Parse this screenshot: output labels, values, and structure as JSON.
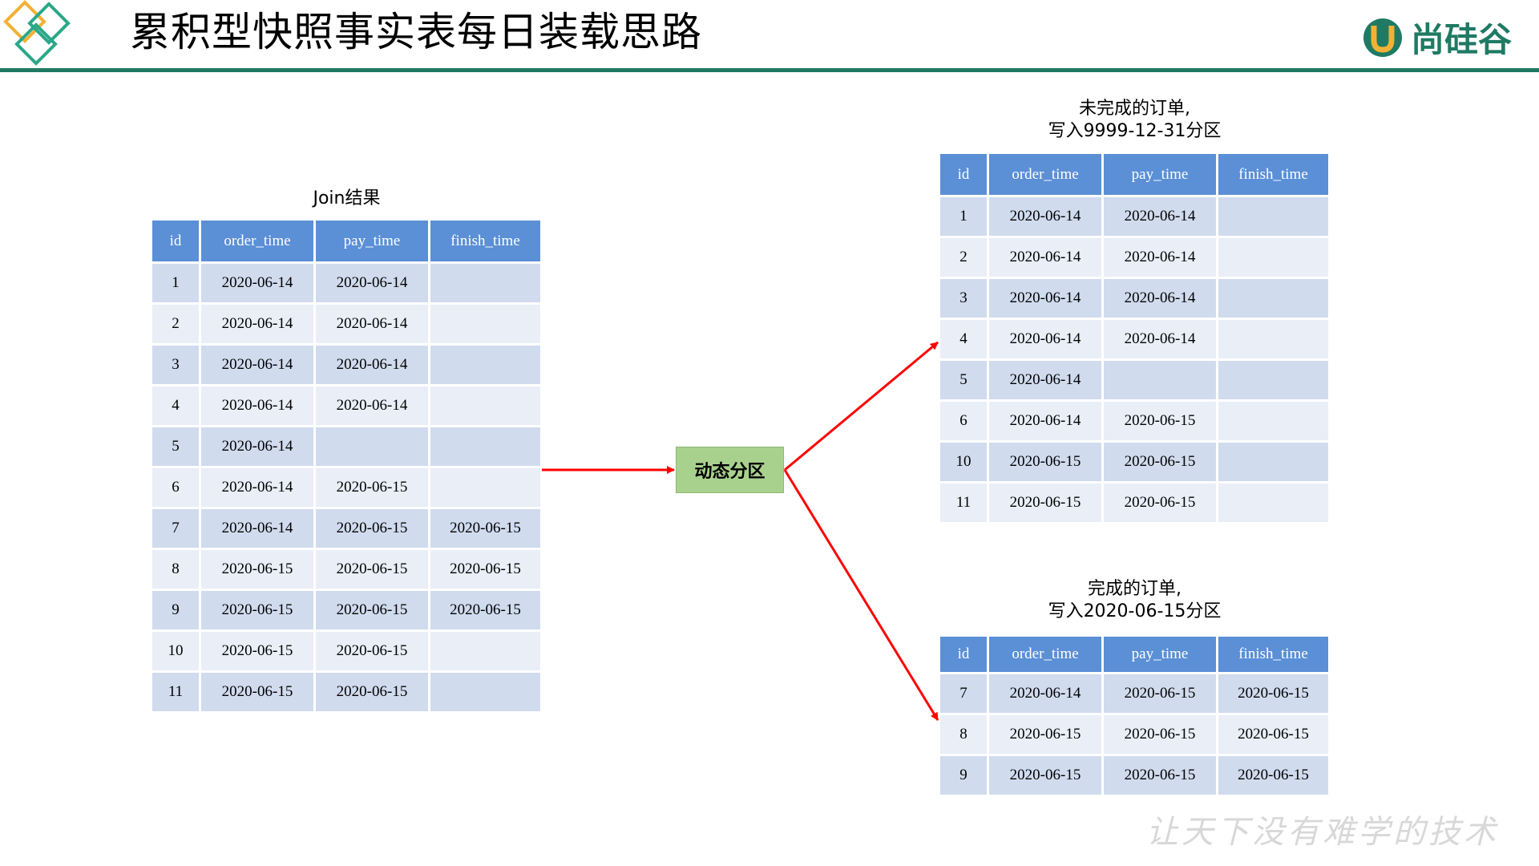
{
  "header": {
    "title": "累积型快照事实表每日装载思路",
    "brand": "尚硅谷"
  },
  "columns": [
    "id",
    "order_time",
    "pay_time",
    "finish_time"
  ],
  "join_table": {
    "caption": "Join结果",
    "rows": [
      [
        "1",
        "2020-06-14",
        "2020-06-14",
        ""
      ],
      [
        "2",
        "2020-06-14",
        "2020-06-14",
        ""
      ],
      [
        "3",
        "2020-06-14",
        "2020-06-14",
        ""
      ],
      [
        "4",
        "2020-06-14",
        "2020-06-14",
        ""
      ],
      [
        "5",
        "2020-06-14",
        "",
        ""
      ],
      [
        "6",
        "2020-06-14",
        "2020-06-15",
        ""
      ],
      [
        "7",
        "2020-06-14",
        "2020-06-15",
        "2020-06-15"
      ],
      [
        "8",
        "2020-06-15",
        "2020-06-15",
        "2020-06-15"
      ],
      [
        "9",
        "2020-06-15",
        "2020-06-15",
        "2020-06-15"
      ],
      [
        "10",
        "2020-06-15",
        "2020-06-15",
        ""
      ],
      [
        "11",
        "2020-06-15",
        "2020-06-15",
        ""
      ]
    ]
  },
  "partition_box": {
    "label": "动态分区"
  },
  "unfinished_table": {
    "caption_line1": "未完成的订单,",
    "caption_line2": "写入9999-12-31分区",
    "rows": [
      [
        "1",
        "2020-06-14",
        "2020-06-14",
        ""
      ],
      [
        "2",
        "2020-06-14",
        "2020-06-14",
        ""
      ],
      [
        "3",
        "2020-06-14",
        "2020-06-14",
        ""
      ],
      [
        "4",
        "2020-06-14",
        "2020-06-14",
        ""
      ],
      [
        "5",
        "2020-06-14",
        "",
        ""
      ],
      [
        "6",
        "2020-06-14",
        "2020-06-15",
        ""
      ],
      [
        "10",
        "2020-06-15",
        "2020-06-15",
        ""
      ],
      [
        "11",
        "2020-06-15",
        "2020-06-15",
        ""
      ]
    ]
  },
  "finished_table": {
    "caption_line1": "完成的订单,",
    "caption_line2": "写入2020-06-15分区",
    "rows": [
      [
        "7",
        "2020-06-14",
        "2020-06-15",
        "2020-06-15"
      ],
      [
        "8",
        "2020-06-15",
        "2020-06-15",
        "2020-06-15"
      ],
      [
        "9",
        "2020-06-15",
        "2020-06-15",
        "2020-06-15"
      ]
    ]
  },
  "footer": {
    "slogan": "让天下没有难学的技术"
  },
  "colors": {
    "accent": "#1f7a64",
    "header_cell": "#5b8fd6",
    "row_dark": "#d0dbee",
    "row_light": "#e9eef7",
    "box_fill": "#a9d18e",
    "arrow": "#ff0000"
  }
}
